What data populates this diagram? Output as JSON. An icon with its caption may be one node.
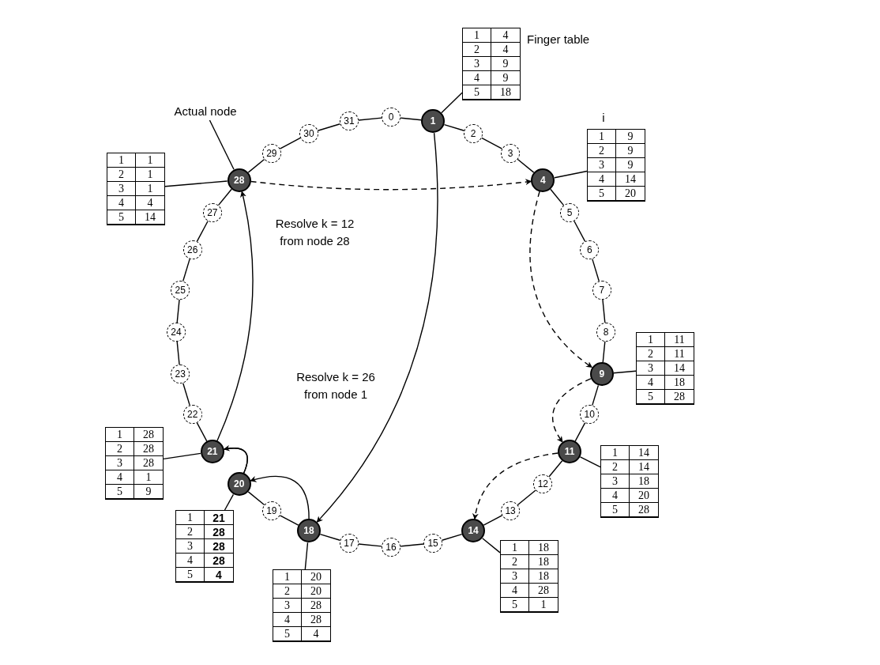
{
  "diagram": {
    "nodes": [
      {
        "text": [
          "0"
        ]
      },
      {
        "text": [
          "1"
        ]
      },
      {
        "text": [
          "2"
        ]
      },
      {
        "text": [
          "3"
        ]
      },
      {
        "text": [
          "4"
        ]
      },
      {
        "text": [
          "5"
        ]
      },
      {
        "text": [
          "6"
        ]
      },
      {
        "text": [
          "7"
        ]
      },
      {
        "text": [
          "8"
        ]
      },
      {
        "text": [
          "9"
        ]
      },
      {
        "text": [
          "10"
        ]
      },
      {
        "text": [
          "11"
        ]
      },
      {
        "text": [
          "12"
        ]
      },
      {
        "text": [
          "13"
        ]
      },
      {
        "text": [
          "14"
        ]
      },
      {
        "text": [
          "15"
        ]
      },
      {
        "text": [
          "16"
        ]
      },
      {
        "text": [
          "17"
        ]
      },
      {
        "text": [
          "18"
        ]
      },
      {
        "text": [
          "19"
        ]
      },
      {
        "text": [
          "20"
        ]
      },
      {
        "text": [
          "21"
        ]
      },
      {
        "text": [
          "22"
        ]
      },
      {
        "text": [
          "23"
        ]
      },
      {
        "text": [
          "24"
        ]
      },
      {
        "text": [
          "25"
        ]
      },
      {
        "text": [
          "26"
        ]
      },
      {
        "text": [
          "27"
        ]
      },
      {
        "text": [
          "28"
        ]
      },
      {
        "text": [
          "29"
        ]
      },
      {
        "text": [
          "30"
        ]
      },
      {
        "text": [
          "31"
        ]
      },
      {
        "text": [
          "1",
          "4",
          "2",
          "4",
          "3",
          "9",
          "4",
          "9",
          "5",
          "18"
        ],
        "beside": [
          "Finger table"
        ]
      },
      {
        "text": [
          "1",
          "9",
          "2",
          "9",
          "3",
          "9",
          "4",
          "14",
          "5",
          "20"
        ]
      },
      {
        "text": [
          "1",
          "11",
          "2",
          "11",
          "3",
          "14",
          "4",
          "18",
          "5",
          "28"
        ]
      },
      {
        "text": [
          "1",
          "14",
          "2",
          "14",
          "3",
          "18",
          "4",
          "20",
          "5",
          "28"
        ]
      },
      {
        "text": [
          "1",
          "18",
          "2",
          "18",
          "3",
          "18",
          "4",
          "28",
          "5",
          "1"
        ]
      },
      {
        "text": [
          "1",
          "20",
          "2",
          "20",
          "3",
          "28",
          "4",
          "28",
          "5",
          "4"
        ]
      },
      {
        "text": [
          "1",
          "21",
          "2",
          "28",
          "3",
          "28",
          "4",
          "28",
          "5",
          "4"
        ]
      },
      {
        "text": [
          "1",
          "28",
          "2",
          "28",
          "3",
          "28",
          "4",
          "1",
          "5",
          "9"
        ]
      },
      {
        "text": [
          "1",
          "1",
          "2",
          "1",
          "3",
          "1",
          "4",
          "4",
          "5",
          "14"
        ]
      },
      {
        "text": [
          "Actual node"
        ]
      }
    ],
    "edges": [
      {
        "from": 0,
        "to": 1,
        "arrow": "none"
      },
      {
        "from": 1,
        "to": 2,
        "arrow": "none"
      },
      {
        "from": 2,
        "to": 3,
        "arrow": "none"
      },
      {
        "from": 3,
        "to": 4,
        "arrow": "none"
      },
      {
        "from": 4,
        "to": 5,
        "arrow": "none"
      },
      {
        "from": 5,
        "to": 6,
        "arrow": "none"
      },
      {
        "from": 6,
        "to": 7,
        "arrow": "none"
      },
      {
        "from": 7,
        "to": 8,
        "arrow": "none"
      },
      {
        "from": 8,
        "to": 9,
        "arrow": "none"
      },
      {
        "from": 9,
        "to": 10,
        "arrow": "none"
      },
      {
        "from": 10,
        "to": 11,
        "arrow": "none"
      },
      {
        "from": 11,
        "to": 12,
        "arrow": "none"
      },
      {
        "from": 12,
        "to": 13,
        "arrow": "none"
      },
      {
        "from": 13,
        "to": 14,
        "arrow": "none"
      },
      {
        "from": 14,
        "to": 15,
        "arrow": "none"
      },
      {
        "from": 15,
        "to": 16,
        "arrow": "none"
      },
      {
        "from": 16,
        "to": 17,
        "arrow": "none"
      },
      {
        "from": 17,
        "to": 18,
        "arrow": "none"
      },
      {
        "from": 18,
        "to": 19,
        "arrow": "none"
      },
      {
        "from": 19,
        "to": 20,
        "arrow": "none"
      },
      {
        "from": 20,
        "to": 21,
        "arrow": "none"
      },
      {
        "from": 21,
        "to": 22,
        "arrow": "none"
      },
      {
        "from": 22,
        "to": 23,
        "arrow": "none"
      },
      {
        "from": 23,
        "to": 24,
        "arrow": "none"
      },
      {
        "from": 24,
        "to": 25,
        "arrow": "none"
      },
      {
        "from": 25,
        "to": 26,
        "arrow": "none"
      },
      {
        "from": 26,
        "to": 27,
        "arrow": "none"
      },
      {
        "from": 27,
        "to": 28,
        "arrow": "none"
      },
      {
        "from": 28,
        "to": 29,
        "arrow": "none"
      },
      {
        "from": 29,
        "to": 30,
        "arrow": "none"
      },
      {
        "from": 30,
        "to": 31,
        "arrow": "none"
      },
      {
        "from": 31,
        "to": 0,
        "arrow": "none"
      },
      {
        "from": 1,
        "to": 32,
        "arrow": "none"
      },
      {
        "from": 4,
        "to": 33,
        "arrow": "none"
      },
      {
        "from": 9,
        "to": 34,
        "arrow": "none"
      },
      {
        "from": 11,
        "to": 35,
        "arrow": "none"
      },
      {
        "from": 14,
        "to": 36,
        "arrow": "none"
      },
      {
        "from": 18,
        "to": 37,
        "arrow": "none"
      },
      {
        "from": 20,
        "to": 38,
        "arrow": "none"
      },
      {
        "from": 21,
        "to": 39,
        "arrow": "none"
      },
      {
        "from": 28,
        "to": 40,
        "arrow": "none"
      },
      {
        "from": 41,
        "to": 28,
        "arrow": "none"
      },
      {
        "from": 1,
        "to": 18,
        "arrow": "to"
      },
      {
        "from": 18,
        "to": 20,
        "arrow": "to"
      },
      {
        "from": 20,
        "to": 21,
        "arrow": "to"
      },
      {
        "from": 21,
        "to": 28,
        "arrow": "to"
      },
      {
        "from": 28,
        "to": 4,
        "arrow": "to",
        "style": "dashed"
      },
      {
        "from": 4,
        "to": 9,
        "arrow": "to",
        "style": "dashed"
      },
      {
        "from": 9,
        "to": 11,
        "arrow": "to",
        "style": "dashed"
      },
      {
        "from": 11,
        "to": 14,
        "arrow": "to",
        "style": "dashed"
      }
    ],
    "labels": [
      "i",
      "Resolve k = 12 from node 28",
      "Resolve k = 26 from node 1"
    ]
  }
}
